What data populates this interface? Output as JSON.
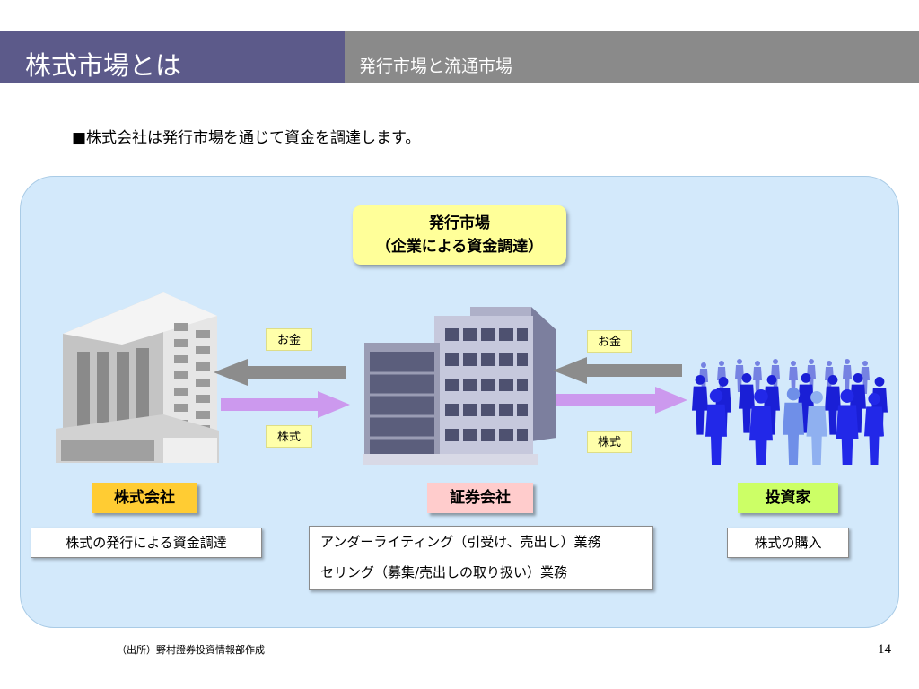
{
  "header": {
    "title": "株式市場とは",
    "subtitle": "発行市場と流通市場",
    "title_bg": "#5c5a8a",
    "subtitle_bg": "#8a8a8a"
  },
  "lead_text": "■株式会社は発行市場を通じて資金を調達します。",
  "diagram": {
    "market_line1": "発行市場",
    "market_line2": "（企業による資金調達）",
    "flows": {
      "left_money": "お金",
      "left_stock": "株式",
      "right_money": "お金",
      "right_stock": "株式"
    },
    "roles": {
      "company": "株式会社",
      "company_color": "#ffcc33",
      "securities": "証券会社",
      "securities_color": "#ffcccc",
      "investor": "投資家",
      "investor_color": "#ccff66"
    },
    "descriptions": {
      "company": "株式の発行による資金調達",
      "securities_1": "アンダーライティング（引受け、売出し）業務",
      "securities_2": "セリング（募集/売出しの取り扱い）業務",
      "investor": "株式の購入"
    },
    "icons": {
      "company": "office-building",
      "securities": "securities-building",
      "investor": "crowd-of-people"
    }
  },
  "footer": {
    "source": "（出所）野村證券投資情報部作成",
    "page": "14"
  }
}
